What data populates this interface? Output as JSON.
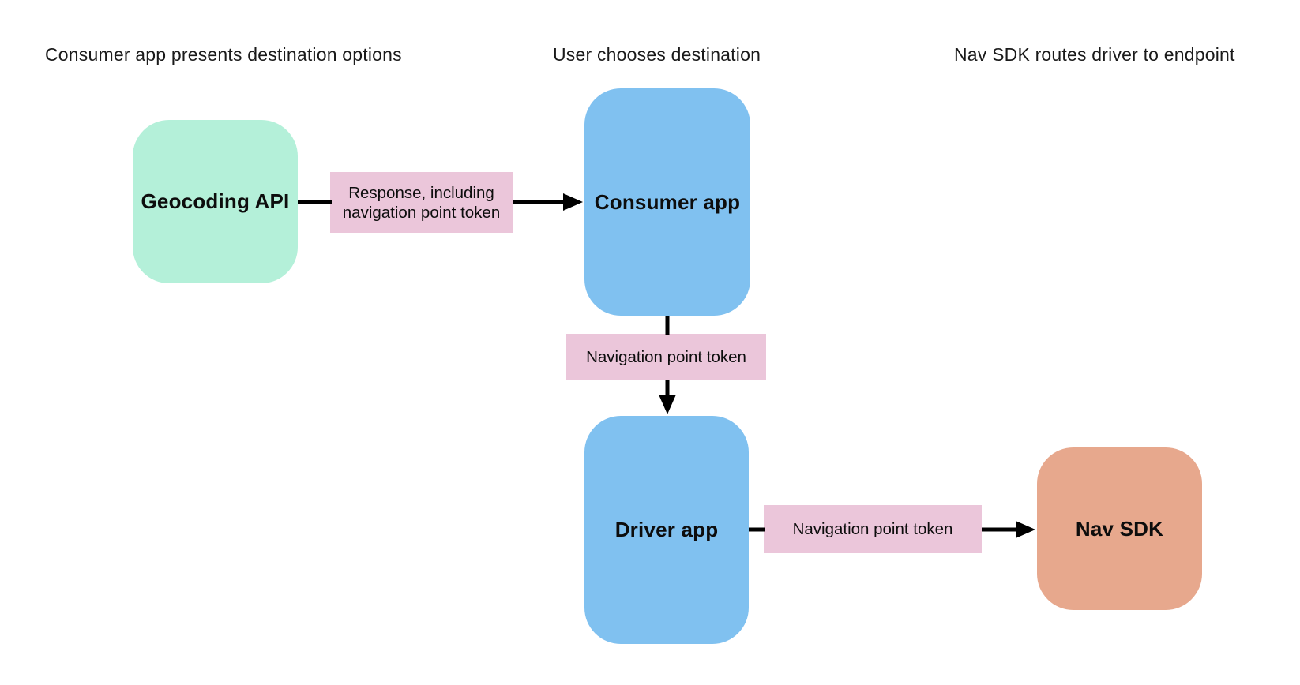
{
  "diagram": {
    "background_color": "#ffffff",
    "arrow_color": "#000000",
    "headers": [
      {
        "id": "step-1",
        "text": "Consumer app presents destination options"
      },
      {
        "id": "step-2",
        "text": "User chooses destination"
      },
      {
        "id": "step-3",
        "text": "Nav SDK routes driver to endpoint"
      }
    ],
    "nodes": [
      {
        "id": "geocoding-api",
        "label": "Geocoding API",
        "color": "#b4f0d9"
      },
      {
        "id": "consumer-app",
        "label": "Consumer app",
        "color": "#80c1f0"
      },
      {
        "id": "driver-app",
        "label": "Driver app",
        "color": "#80c1f0"
      },
      {
        "id": "nav-sdk",
        "label": "Nav SDK",
        "color": "#e7a88d"
      }
    ],
    "edge_labels": [
      {
        "id": "geocoding-to-consumer",
        "text": "Response, including navigation point token",
        "color": "#ebc6da"
      },
      {
        "id": "consumer-to-driver",
        "text": "Navigation point token",
        "color": "#ebc6da"
      },
      {
        "id": "driver-to-navsdk",
        "text": "Navigation point token",
        "color": "#ebc6da"
      }
    ]
  }
}
